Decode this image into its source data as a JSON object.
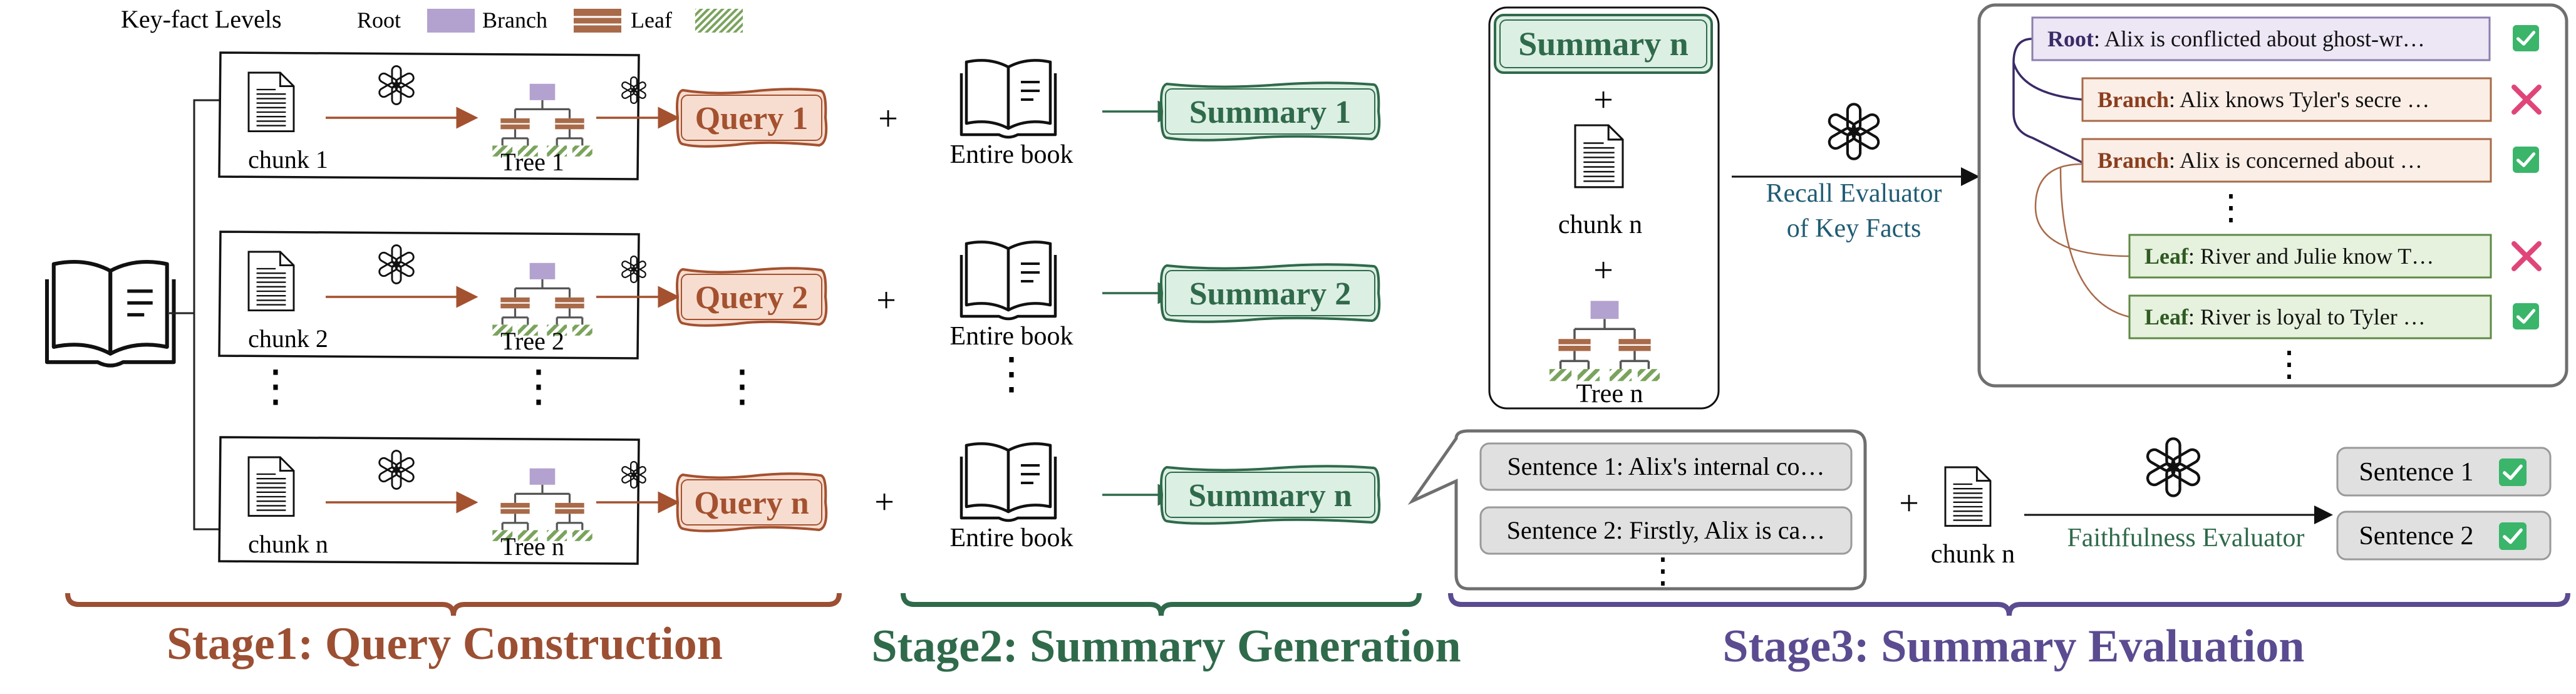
{
  "legend": {
    "title": "Key-fact Levels",
    "items": [
      {
        "label": "Root",
        "color": "#b3a2cf"
      },
      {
        "label": "Branch",
        "color": "#a86a49"
      },
      {
        "label": "Leaf",
        "color": "#7aa35c"
      }
    ]
  },
  "stage1": {
    "title": "Stage1: Query Construction",
    "rows": [
      {
        "chunk": "chunk 1",
        "tree": "Tree 1",
        "query": "Query 1"
      },
      {
        "chunk": "chunk 2",
        "tree": "Tree 2",
        "query": "Query 2"
      },
      {
        "chunk": "chunk n",
        "tree": "Tree n",
        "query": "Query n"
      }
    ],
    "ellipsis": "⋮"
  },
  "stage2": {
    "title": "Stage2: Summary Generation",
    "plus": "+",
    "rows": [
      {
        "book": "Entire book",
        "summary": "Summary 1"
      },
      {
        "book": "Entire book",
        "summary": "Summary 2"
      },
      {
        "book": "Entire book",
        "summary": "Summary n"
      }
    ]
  },
  "stage3": {
    "title": "Stage3: Summary Evaluation",
    "recall": {
      "summary": "Summary n",
      "chunk": "chunk n",
      "tree": "Tree n",
      "evaluator_line1": "Recall Evaluator",
      "evaluator_line2": "of  Key Facts",
      "facts": [
        {
          "level": "Root",
          "text": ": Alix is conflicted about ghost-wr…",
          "result": "check"
        },
        {
          "level": "Branch",
          "text": ": Alix knows Tyler's secre …",
          "result": "cross"
        },
        {
          "level": "Branch",
          "text": ": Alix is concerned about …",
          "result": "check"
        },
        {
          "level": "Leaf",
          "text": ": River and Julie know T…",
          "result": "cross"
        },
        {
          "level": "Leaf",
          "text": ": River is loyal to Tyler …",
          "result": "check"
        }
      ]
    },
    "faithfulness": {
      "sentences": [
        "Sentence 1: Alix's internal co…",
        "Sentence 2: Firstly, Alix is ca…"
      ],
      "chunk": "chunk n",
      "evaluator": "Faithfulness Evaluator",
      "results": [
        {
          "label": "Sentence 1",
          "result": "check"
        },
        {
          "label": "Sentence 2",
          "result": "check"
        }
      ]
    }
  },
  "colors": {
    "stage1": "#9c4f32",
    "stage2": "#2f6a4b",
    "stage3": "#5b4b90",
    "query_text": "#a4512f",
    "summary_text": "#2f6a4b",
    "check": "#3ab56a",
    "cross": "#e0457a"
  }
}
